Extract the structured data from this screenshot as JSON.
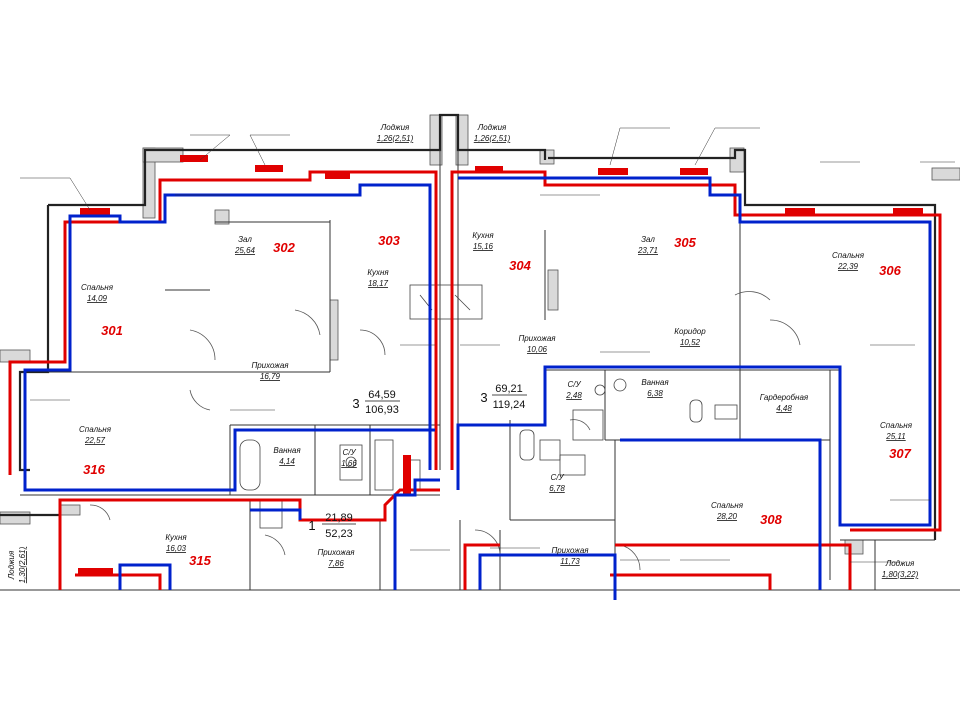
{
  "rooms": {
    "r1": {
      "name": "Зал",
      "area": "25,64"
    },
    "r2": {
      "name": "Спальня",
      "area": "14,09"
    },
    "r3": {
      "name": "Кухня",
      "area": "18,17"
    },
    "r4": {
      "name": "Прихожая",
      "area": "16,79"
    },
    "r5": {
      "name": "Лоджия",
      "area": "1,26(2,51)"
    },
    "r6": {
      "name": "Лоджия",
      "area": "1,26(2,51)"
    },
    "r7": {
      "name": "Кухня",
      "area": "15,16"
    },
    "r8": {
      "name": "Зал",
      "area": "23,71"
    },
    "r9": {
      "name": "Спальня",
      "area": "22,39"
    },
    "r10": {
      "name": "Прихожая",
      "area": "10,06"
    },
    "r11": {
      "name": "Коридор",
      "area": "10,52"
    },
    "r12": {
      "name": "С/У",
      "area": "2,48"
    },
    "r13": {
      "name": "Ванная",
      "area": "6,38"
    },
    "r14": {
      "name": "Гардеробная",
      "area": "4,48"
    },
    "r15": {
      "name": "Спальня",
      "area": "25,11"
    },
    "r16": {
      "name": "С/У",
      "area": "6,78"
    },
    "r17": {
      "name": "Спальня",
      "area": "28,20"
    },
    "r18": {
      "name": "Прихожая",
      "area": "11,73"
    },
    "r19": {
      "name": "Ванная",
      "area": "4,14"
    },
    "r20": {
      "name": "С/У",
      "area": "1,66"
    },
    "r21": {
      "name": "Спальня",
      "area": "22,57"
    },
    "r22": {
      "name": "Кухня",
      "area": "16,03"
    },
    "r23": {
      "name": "Прихожая",
      "area": "7,86"
    },
    "r24": {
      "name": "Лоджия",
      "area": "1,80(3,22)"
    },
    "r25": {
      "name": "Лоджия",
      "area": "1,30(2,61)"
    }
  },
  "room_numbers": [
    "301",
    "302",
    "303",
    "304",
    "305",
    "306",
    "307",
    "308",
    "315",
    "316"
  ],
  "apartments": {
    "a1": {
      "rooms": "3",
      "living": "64,59",
      "total": "106,93"
    },
    "a2": {
      "rooms": "3",
      "living": "69,21",
      "total": "119,24"
    },
    "a3": {
      "rooms": "1",
      "living": "21,89",
      "total": "52,23"
    }
  },
  "colors": {
    "supply_pipe": "#e00000",
    "return_pipe": "#0022cc"
  }
}
